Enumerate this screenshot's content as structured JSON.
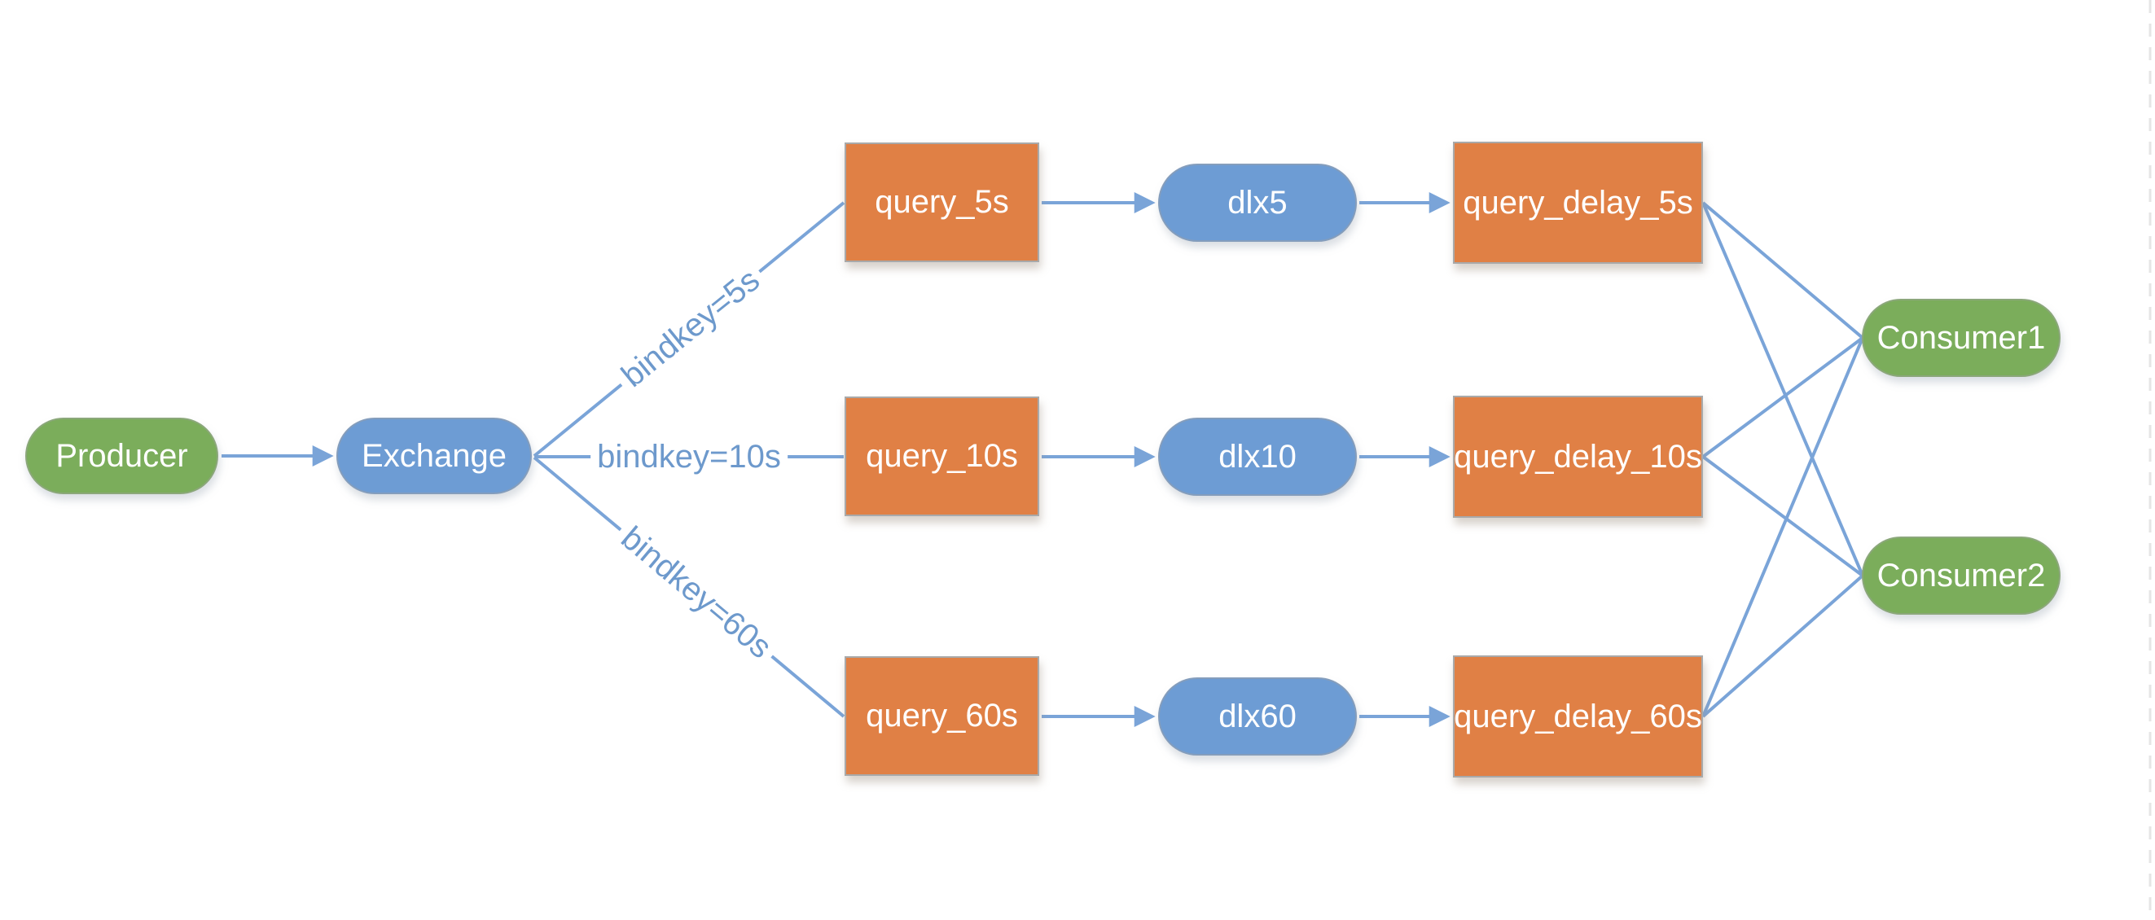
{
  "diagram": {
    "nodes": {
      "producer": {
        "label": "Producer",
        "shape": "pill",
        "color": "#7BAD5B"
      },
      "exchange": {
        "label": "Exchange",
        "shape": "pill",
        "color": "#6D9CD4"
      },
      "query_5s": {
        "label": "query_5s",
        "shape": "box",
        "color": "#E08045"
      },
      "query_10s": {
        "label": "query_10s",
        "shape": "box",
        "color": "#E08045"
      },
      "query_60s": {
        "label": "query_60s",
        "shape": "box",
        "color": "#E08045"
      },
      "dlx5": {
        "label": "dlx5",
        "shape": "pill",
        "color": "#6D9CD4"
      },
      "dlx10": {
        "label": "dlx10",
        "shape": "pill",
        "color": "#6D9CD4"
      },
      "dlx60": {
        "label": "dlx60",
        "shape": "pill",
        "color": "#6D9CD4"
      },
      "query_delay_5s": {
        "label": "query_delay_5s",
        "shape": "box",
        "color": "#E08045"
      },
      "query_delay_10s": {
        "label": "query_delay_10s",
        "shape": "box",
        "color": "#E08045"
      },
      "query_delay_60s": {
        "label": "query_delay_60s",
        "shape": "box",
        "color": "#E08045"
      },
      "consumer1": {
        "label": "Consumer1",
        "shape": "pill",
        "color": "#7BAD5B"
      },
      "consumer2": {
        "label": "Consumer2",
        "shape": "pill",
        "color": "#7BAD5B"
      }
    },
    "edge_labels": {
      "bind_5s": "bindkey=5s",
      "bind_10s": "bindkey=10s",
      "bind_60s": "bindkey=60s"
    },
    "edges": [
      "Producer -> Exchange",
      "Exchange -> query_5s (bindkey=5s)",
      "Exchange -> query_10s (bindkey=10s)",
      "Exchange -> query_60s (bindkey=60s)",
      "query_5s -> dlx5",
      "dlx5 -> query_delay_5s",
      "query_10s -> dlx10",
      "dlx10 -> query_delay_10s",
      "query_60s -> dlx60",
      "dlx60 -> query_delay_60s",
      "query_delay_5s -> Consumer1",
      "query_delay_5s -> Consumer2",
      "query_delay_10s -> Consumer1",
      "query_delay_10s -> Consumer2",
      "query_delay_60s -> Consumer1",
      "query_delay_60s -> Consumer2"
    ],
    "colors": {
      "green_node": "#7BAD5B",
      "blue_node": "#6D9CD4",
      "orange_node": "#E08045",
      "connector": "#7AA4D8",
      "edge_label_text": "#6D99CC",
      "node_text": "#FFFFFF",
      "page_boundary": "#E5E5E5",
      "background": "#FFFFFF"
    }
  }
}
